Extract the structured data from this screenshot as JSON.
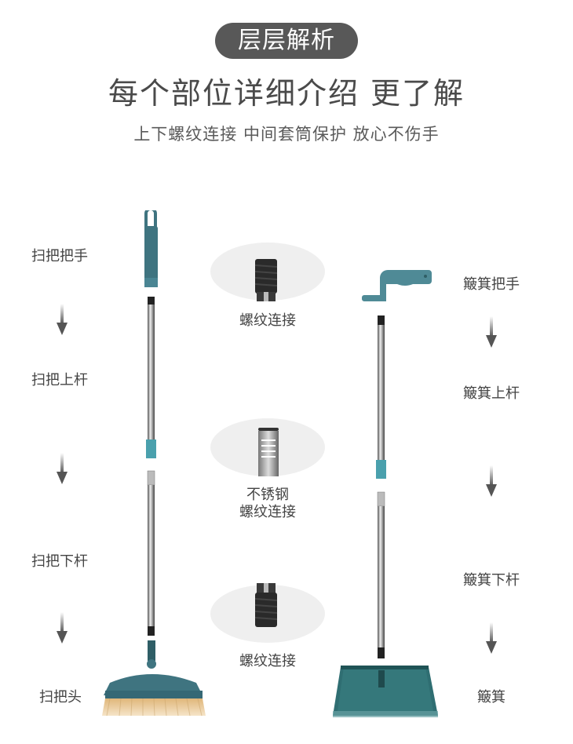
{
  "header": {
    "badge": "层层解析",
    "headline": "每个部位详细介绍 更了解",
    "subline": "上下螺纹连接 中间套筒保护 放心不伤手"
  },
  "broom": {
    "labels": [
      "扫把把手",
      "扫把上杆",
      "扫把下杆",
      "扫把头"
    ]
  },
  "dustpan": {
    "labels": [
      "簸箕把手",
      "簸箕上杆",
      "簸箕下杆",
      "簸箕"
    ]
  },
  "callouts": [
    {
      "line1": "螺纹连接",
      "line2": ""
    },
    {
      "line1": "不锈钢",
      "line2": "螺纹连接"
    },
    {
      "line1": "螺纹连接",
      "line2": ""
    }
  ],
  "colors": {
    "teal": "#3f7480",
    "teal_light": "#4aa0ad",
    "dustpan_teal": "#2f6e72",
    "bristle": "#e3c597",
    "badge_bg": "#585858"
  }
}
